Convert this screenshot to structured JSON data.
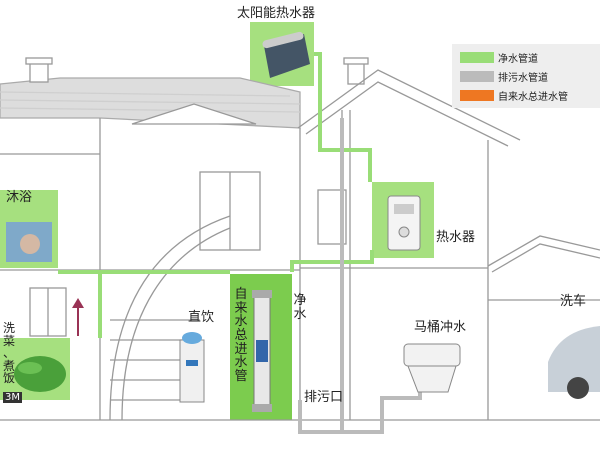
{
  "labels": {
    "solar": "太阳能热水器",
    "shower": "沐浴",
    "water_heater": "热水器",
    "car_wash": "洗车",
    "toilet": "马桶冲水",
    "drinking": "直饮",
    "drain": "排污口",
    "clean": [
      "净",
      "水"
    ],
    "wash_cook": [
      "洗",
      "菜",
      "、",
      "煮",
      "饭"
    ],
    "main_pipe": [
      "自",
      "来",
      "水",
      "总",
      "进",
      "水",
      "管"
    ],
    "filter_badge": "3M"
  },
  "legend": [
    {
      "label": "净水管道",
      "color": "#99dd77"
    },
    {
      "label": "排污水管道",
      "color": "#bbbbbb"
    },
    {
      "label": "自来水总进水管",
      "color": "#ee7722"
    }
  ],
  "colors": {
    "clean_pipe": "#99dd77",
    "drain_pipe": "#bbbbbb",
    "main_pipe": "#ee7722",
    "highlight_panel": "#a6e07f",
    "house_line": "#999999"
  }
}
